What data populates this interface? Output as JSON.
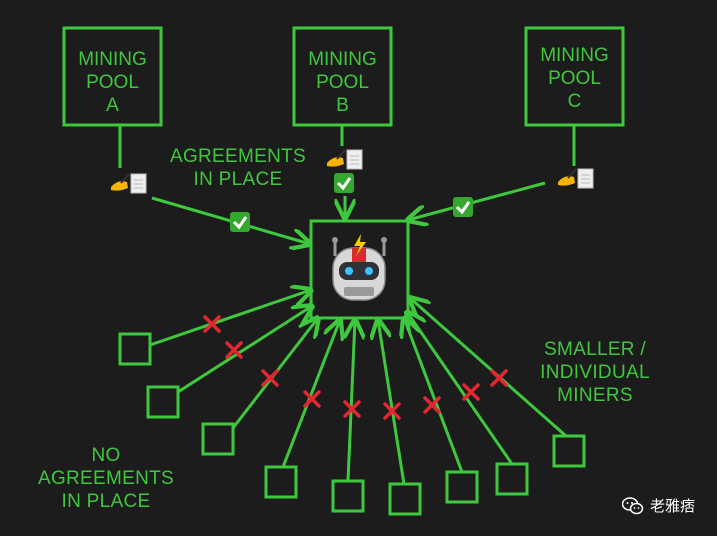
{
  "pools": [
    {
      "label": "MINING\nPOOL\nA"
    },
    {
      "label": "MINING\nPOOL\nB"
    },
    {
      "label": "MINING\nPOOL\nC"
    }
  ],
  "labels": {
    "agreements": "AGREEMENTS\nIN PLACE",
    "no_agreements": "NO\nAGREEMENTS\nIN PLACE",
    "smaller": "SMALLER /\nINDIVIDUAL\nMINERS"
  },
  "icons": {
    "center": "robot-icon",
    "agreement": "writing-hand-document-icon",
    "accepted": "green-check-icon",
    "rejected": "red-x-icon"
  },
  "colors": {
    "background": "#1c1c1c",
    "accent": "#3ec83e",
    "reject": "#e3262f",
    "check": "#34a72f"
  },
  "watermark": "老雅痞"
}
